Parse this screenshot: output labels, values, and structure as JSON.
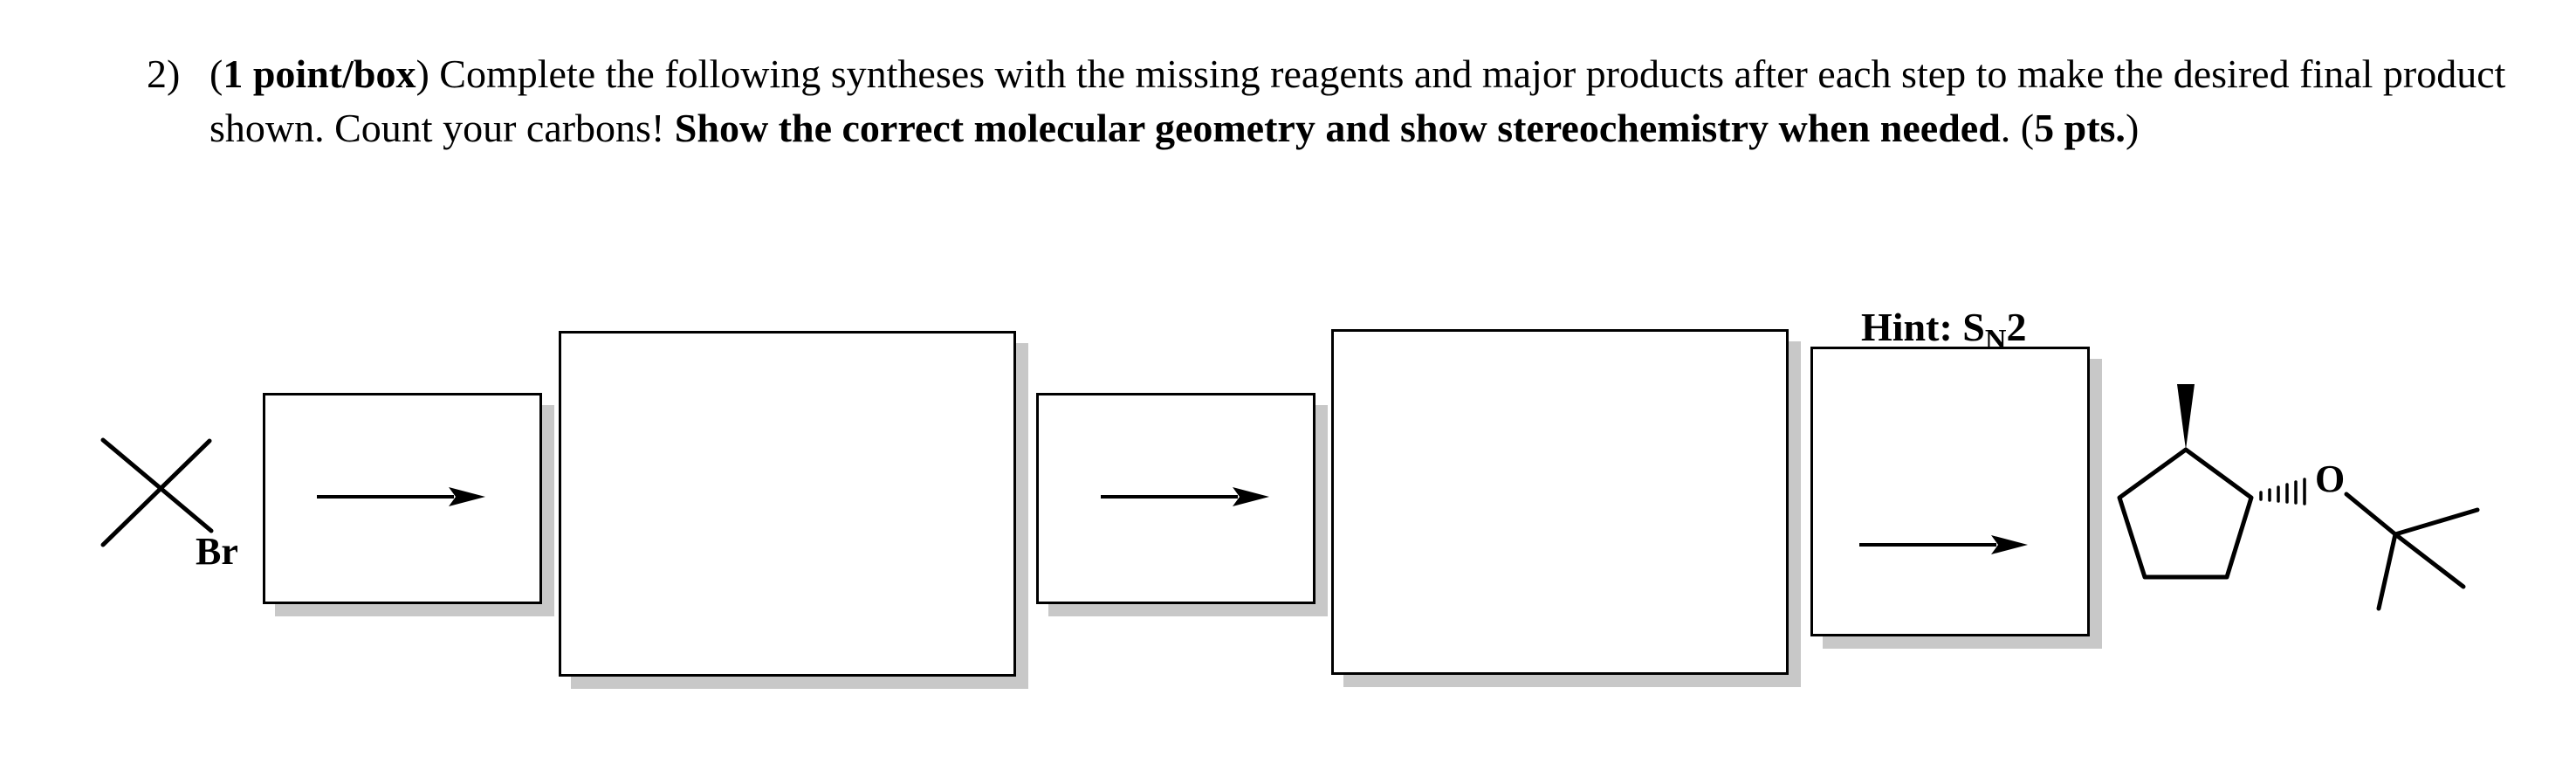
{
  "question": {
    "number": "2)",
    "points_label": "1 point/box",
    "text_1": " Complete the following syntheses with the missing reagents and major products after each step to make the desired final product shown.  Count your carbons!  ",
    "emphasis": "Show the correct molecular geometry and show stereochemistry when needed",
    "text_2": ". (",
    "total_points": "5 pts.",
    "text_3": ")"
  },
  "starting_material": {
    "substituent_label": "Br"
  },
  "hint": {
    "prefix": "Hint: S",
    "subscript": "N",
    "suffix": "2"
  },
  "final_product": {
    "oxygen_label": "O"
  },
  "boxes": [
    {
      "kind": "reagent",
      "index": 1
    },
    {
      "kind": "product",
      "index": 1
    },
    {
      "kind": "reagent",
      "index": 2
    },
    {
      "kind": "product",
      "index": 2
    },
    {
      "kind": "reagent",
      "index": 3
    }
  ]
}
